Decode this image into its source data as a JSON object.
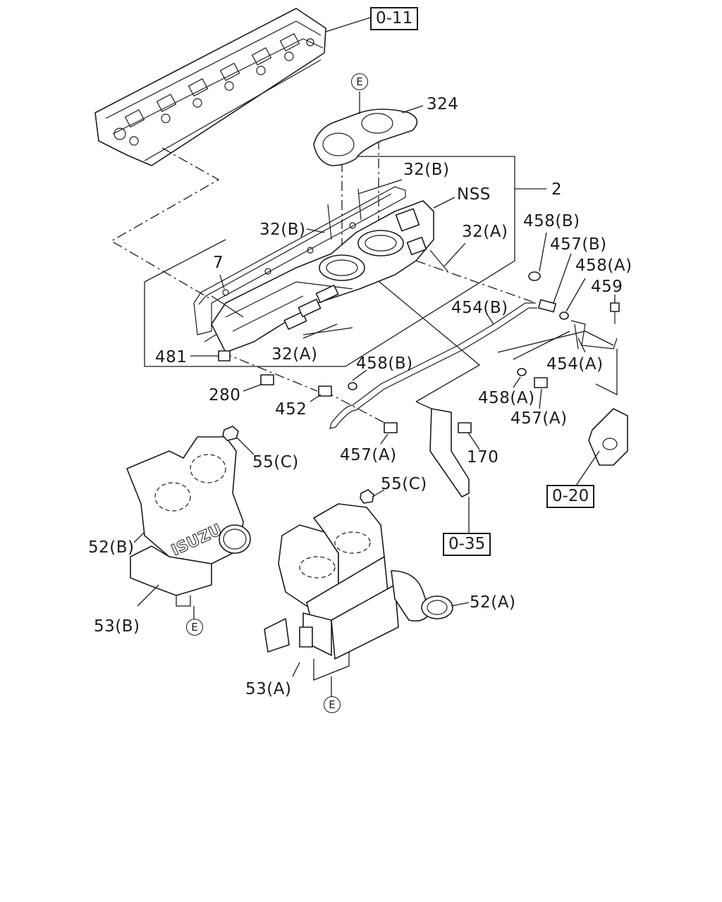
{
  "refs": {
    "r0_11": "0-11",
    "r0_20": "0-20",
    "r0_35": "0-35"
  },
  "markers": {
    "e_top": "E",
    "e_left": "E",
    "e_right": "E"
  },
  "labels": {
    "l324": "324",
    "l32b_top": "32(B)",
    "lNSS": "NSS",
    "l2": "2",
    "l32b_left": "32(B)",
    "l32a_right": "32(A)",
    "l458b_top": "458(B)",
    "l457b": "457(B)",
    "l458a_top": "458(A)",
    "l459": "459",
    "l7": "7",
    "l454b": "454(B)",
    "l454a": "454(A)",
    "l481": "481",
    "l32a_mid": "32(A)",
    "l458b_mid": "458(B)",
    "l280": "280",
    "l452": "452",
    "l458a_mid": "458(A)",
    "l457a_right": "457(A)",
    "l457a_mid": "457(A)",
    "l170": "170",
    "l55c_left": "55(C)",
    "l55c_right": "55(C)",
    "l52b": "52(B)",
    "l52a": "52(A)",
    "l53b": "53(B)",
    "l53a": "53(A)"
  },
  "logo_text": "ISUZU"
}
